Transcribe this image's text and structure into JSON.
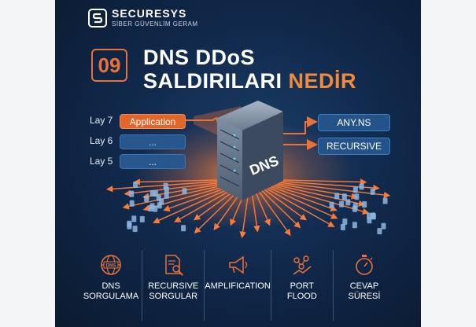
{
  "brand": {
    "name": "SECURESYS",
    "tagline": "SİBER GÜVENLİM GERAM"
  },
  "header": {
    "number": "09",
    "title_line1": "DNS DDoS",
    "title_line2_white": "SALDIRILARI",
    "title_line2_orange": "NEDİR"
  },
  "layers": [
    {
      "label": "Lay 7",
      "box": "Application",
      "active": true
    },
    {
      "label": "Lay 6",
      "box": "...",
      "active": false
    },
    {
      "label": "Lay 5",
      "box": "...",
      "active": false
    }
  ],
  "server": {
    "label": "DNS"
  },
  "targets": [
    {
      "label": "ANY.NS"
    },
    {
      "label": "RECURSIVE"
    }
  ],
  "features": [
    {
      "icon": "globe-dns-icon",
      "line1": "DNS",
      "line2": "SORGULAMA"
    },
    {
      "icon": "document-search-icon",
      "line1": "RECURSIVE",
      "line2": "SORGULAR"
    },
    {
      "icon": "megaphone-icon",
      "line1": "AMPLIFICATION",
      "line2": ""
    },
    {
      "icon": "network-chart-icon",
      "line1": "PORT",
      "line2": "FLOOD"
    },
    {
      "icon": "stopwatch-icon",
      "line1": "CEVAP",
      "line2": "SÜRESİ"
    }
  ],
  "colors": {
    "accent": "#e9713a",
    "navy": "#10284a",
    "box_blue": "#24538a"
  }
}
